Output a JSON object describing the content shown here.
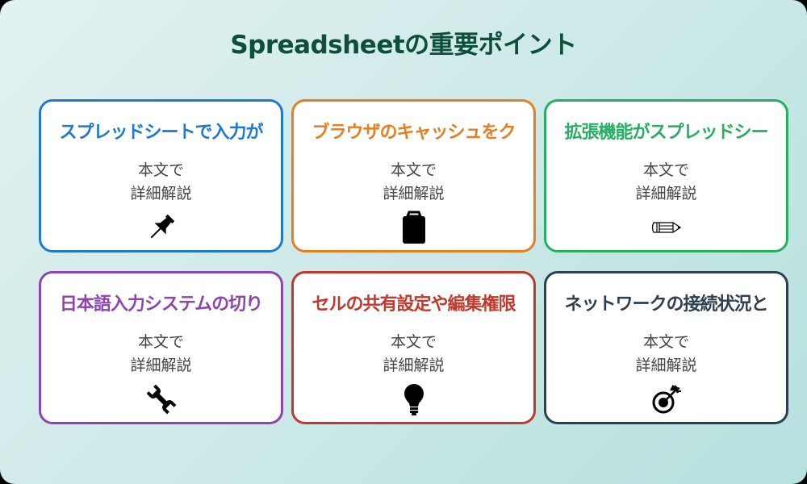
{
  "title": "Spreadsheetの重要ポイント",
  "cards": [
    {
      "title": "スプレッドシートで入力が",
      "body_line1": "本文で",
      "body_line2": "詳細解説",
      "icon": "pushpin-icon",
      "color": "#1f78d1"
    },
    {
      "title": "ブラウザのキャッシュをク",
      "body_line1": "本文で",
      "body_line2": "詳細解説",
      "icon": "clipboard-icon",
      "color": "#e67e22"
    },
    {
      "title": "拡張機能がスプレッドシー",
      "body_line1": "本文で",
      "body_line2": "詳細解説",
      "icon": "pencil-icon",
      "color": "#27ae60"
    },
    {
      "title": "日本語入力システムの切り",
      "body_line1": "本文で",
      "body_line2": "詳細解説",
      "icon": "wrench-icon",
      "color": "#8e44ad"
    },
    {
      "title": "セルの共有設定や編集権限",
      "body_line1": "本文で",
      "body_line2": "詳細解説",
      "icon": "lightbulb-icon",
      "color": "#c0392b"
    },
    {
      "title": "ネットワークの接続状況と",
      "body_line1": "本文で",
      "body_line2": "詳細解説",
      "icon": "target-icon",
      "color": "#2c3e50"
    }
  ]
}
